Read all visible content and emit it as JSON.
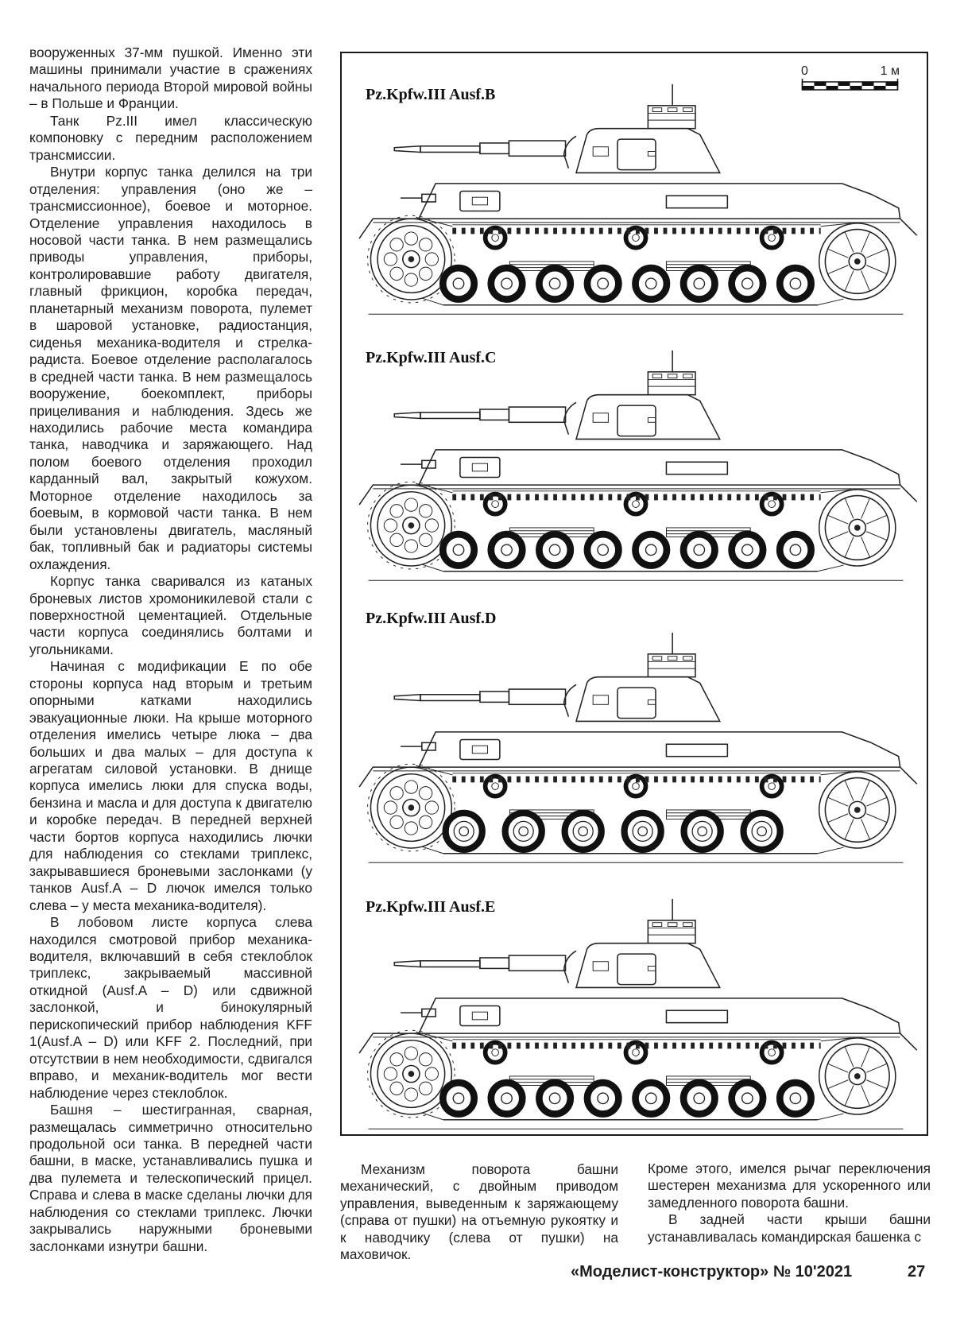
{
  "article": {
    "left_column": [
      "вооруженных 37-мм пушкой. Именно эти машины принимали участие в сражениях начального периода Второй мировой войны – в Польше и Франции.",
      "Танк Pz.III имел классическую компоновку с передним расположением трансмиссии.",
      "Внутри корпус танка делился на три отделения: управления (оно же – трансмиссионное), боевое и моторное. Отделение управления находилось в носовой части танка. В нем размещались приводы управления, приборы, контролировавшие работу двигателя, главный фрикцион, коробка передач, планетарный механизм поворота, пулемет в шаровой установке, радиостанция, сиденья механика-водителя и стрелка-радиста. Боевое отделение располагалось в средней части танка. В нем размещалось вооружение, боекомплект, приборы прицеливания и наблюдения. Здесь же находились рабочие места командира танка, наводчика и заряжающего. Над полом боевого отделения проходил карданный вал, закрытый кожухом. Моторное отделение находилось за боевым, в кормовой части танка. В нем были установлены двигатель, масляный бак, топливный бак и радиаторы системы охлаждения.",
      "Корпус танка сваривался из катаных броневых листов хромоникилевой стали с поверхностной цементацией. Отдельные части корпуса соединялись болтами и угольниками.",
      "Начиная с модификации Е по обе стороны корпуса над вторым и третьим опорными катками находились эвакуационные люки. На крыше моторного отделения имелись четыре люка – два больших и два малых – для доступа к агрегатам силовой установки. В днище корпуса имелись люки для спуска воды, бензина и масла и для доступа к двигателю и коробке передач. В передней верхней части бортов корпуса находились лючки для наблюдения со стеклами триплекс, закрывавшиеся броневыми заслонками (у танков Ausf.A – D лючок имелся только слева – у места механика-водителя).",
      "В лобовом листе корпуса слева находился смотровой прибор механика-водителя, включавший в себя стеклоблок триплекс, закрываемый массивной откидной (Ausf.A – D) или сдвижной заслонкой, и бинокулярный перископический прибор наблюдения KFF 1(Ausf.A – D) или KFF 2. Последний, при отсутствии в нем необходимости, сдвигался вправо, и механик-водитель мог вести наблюдение через стеклоблок.",
      "Башня – шестигранная, сварная, размещалась симметрично относительно продольной оси танка. В передней части башни, в маске, устанавливались пушка и два пулемета и телескопический прицел. Справа и слева в маске сделаны лючки для наблюдения со стеклами триплекс. Лючки закрывались наружными броневыми заслонками изнутри башни."
    ],
    "bottom_middle_column": [
      "Механизм поворота башни механический, с двойным приводом управления, выведенным к заряжающему (справа от пушки) на отъемную рукоятку и к наводчику (слева от пушки) на маховичок."
    ],
    "bottom_right_column": [
      "Кроме этого, имелся рычаг переключения шестерен механизма для ускоренного или замедленного поворота башни.",
      "В задней части крыши башни устанавливалась командирская башенка с"
    ]
  },
  "figure_panel": {
    "scale": {
      "start": "0",
      "end": "1 м"
    },
    "figures": [
      {
        "label": "Pz.Kpfw.III Ausf.B"
      },
      {
        "label": "Pz.Kpfw.III Ausf.C"
      },
      {
        "label": "Pz.Kpfw.III Ausf.D"
      },
      {
        "label": "Pz.Kpfw.III Ausf.E"
      }
    ]
  },
  "footer": {
    "journal": "«Моделист-конструктор» № 10'2021",
    "page_number": "27"
  }
}
